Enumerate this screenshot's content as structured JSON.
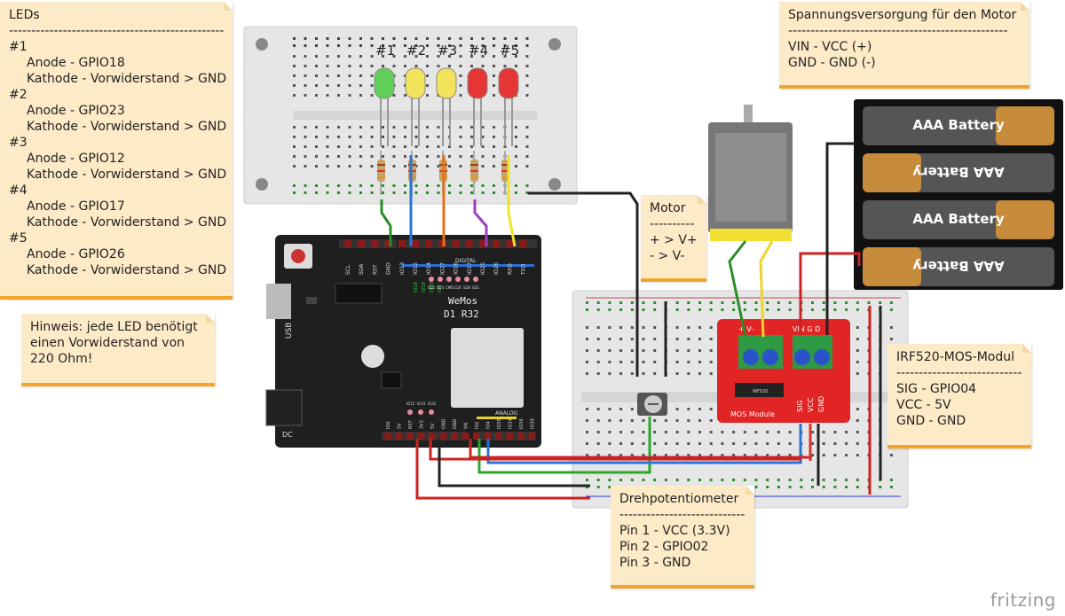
{
  "notes": {
    "leds": {
      "title": "LEDs",
      "separator": "------------------------------------------------------",
      "items": [
        {
          "num": "#1",
          "anode": "Anode - GPIO18",
          "cathode": "Kathode - Vorwiderstand > GND"
        },
        {
          "num": "#2",
          "anode": "Anode - GPIO23",
          "cathode": "Kathode - Vorwiderstand > GND"
        },
        {
          "num": "#3",
          "anode": "Anode - GPIO12",
          "cathode": "Kathode - Vorwiderstand > GND"
        },
        {
          "num": "#4",
          "anode": "Anode - GPIO17",
          "cathode": "Kathode - Vorwiderstand > GND"
        },
        {
          "num": "#5",
          "anode": "Anode - GPIO26",
          "cathode": "Kathode - Vorwiderstand > GND"
        }
      ]
    },
    "hint": {
      "lines": [
        "Hinweis: jede LED benötigt",
        "einen Vorwiderstand von",
        "220 Ohm!"
      ]
    },
    "motor_supply": {
      "title": "Spannungsversorgung für den Motor",
      "separator": "-------------------------------------------------",
      "lines": [
        "VIN - VCC (+)",
        "GND - GND (-)"
      ]
    },
    "motor": {
      "title": "Motor",
      "separator": "----------",
      "lines": [
        "+ > V+",
        "- > V-"
      ]
    },
    "mos": {
      "title": "IRF520-MOS-Modul",
      "separator": "----------------------------",
      "lines": [
        "SIG - GPIO04",
        "VCC - 5V",
        "GND - GND"
      ]
    },
    "poti": {
      "title": "Drehpotentiometer",
      "separator": "----------------------------",
      "lines": [
        "Pin 1 - VCC (3.3V)",
        "Pin 2 - GPIO02",
        "Pin 3 - GND"
      ]
    }
  },
  "led_labels": [
    "#1",
    "#2",
    "#3",
    "#4",
    "#5"
  ],
  "led_colors": [
    "#5fcf5a",
    "#f2e35a",
    "#f2e35a",
    "#e53535",
    "#e53535"
  ],
  "board": {
    "brand": "WeMos",
    "model": "D1 R32",
    "usb": "USB",
    "dc": "DC",
    "digital": "DIGITAL",
    "analog": "ANALOG",
    "top_pins": [
      "SCL",
      "SDA",
      "RST",
      "GND",
      "IO13",
      "IO12",
      "IO14",
      "IO27",
      "IO16",
      "IO17",
      "IO25",
      "IO26",
      "RXD",
      "TXD"
    ],
    "bottom_pins": [
      "IO0",
      "5V",
      "RST",
      "3V3",
      "5V",
      "GND",
      "GND",
      "VN",
      "IO2",
      "IO4",
      "IO35",
      "IO34",
      "IO36",
      "IO39"
    ],
    "mid_labels": [
      "IO18",
      "IO19",
      "IO23",
      "IO5"
    ],
    "spi_labels": [
      "SD2",
      "SD3",
      "CMD",
      "CLK",
      "SD0",
      "SD1"
    ],
    "io_small": [
      "IO15",
      "IO33",
      "IO32"
    ]
  },
  "battery": {
    "label": "AAA Battery"
  },
  "mos_module": {
    "terminal_left": "+ V-",
    "terminal_right": "VIN G D",
    "pins": [
      "SIG",
      "VCC",
      "GND"
    ],
    "label": "MOS Module",
    "chip": "IRF520"
  },
  "watermark": "fritzing"
}
